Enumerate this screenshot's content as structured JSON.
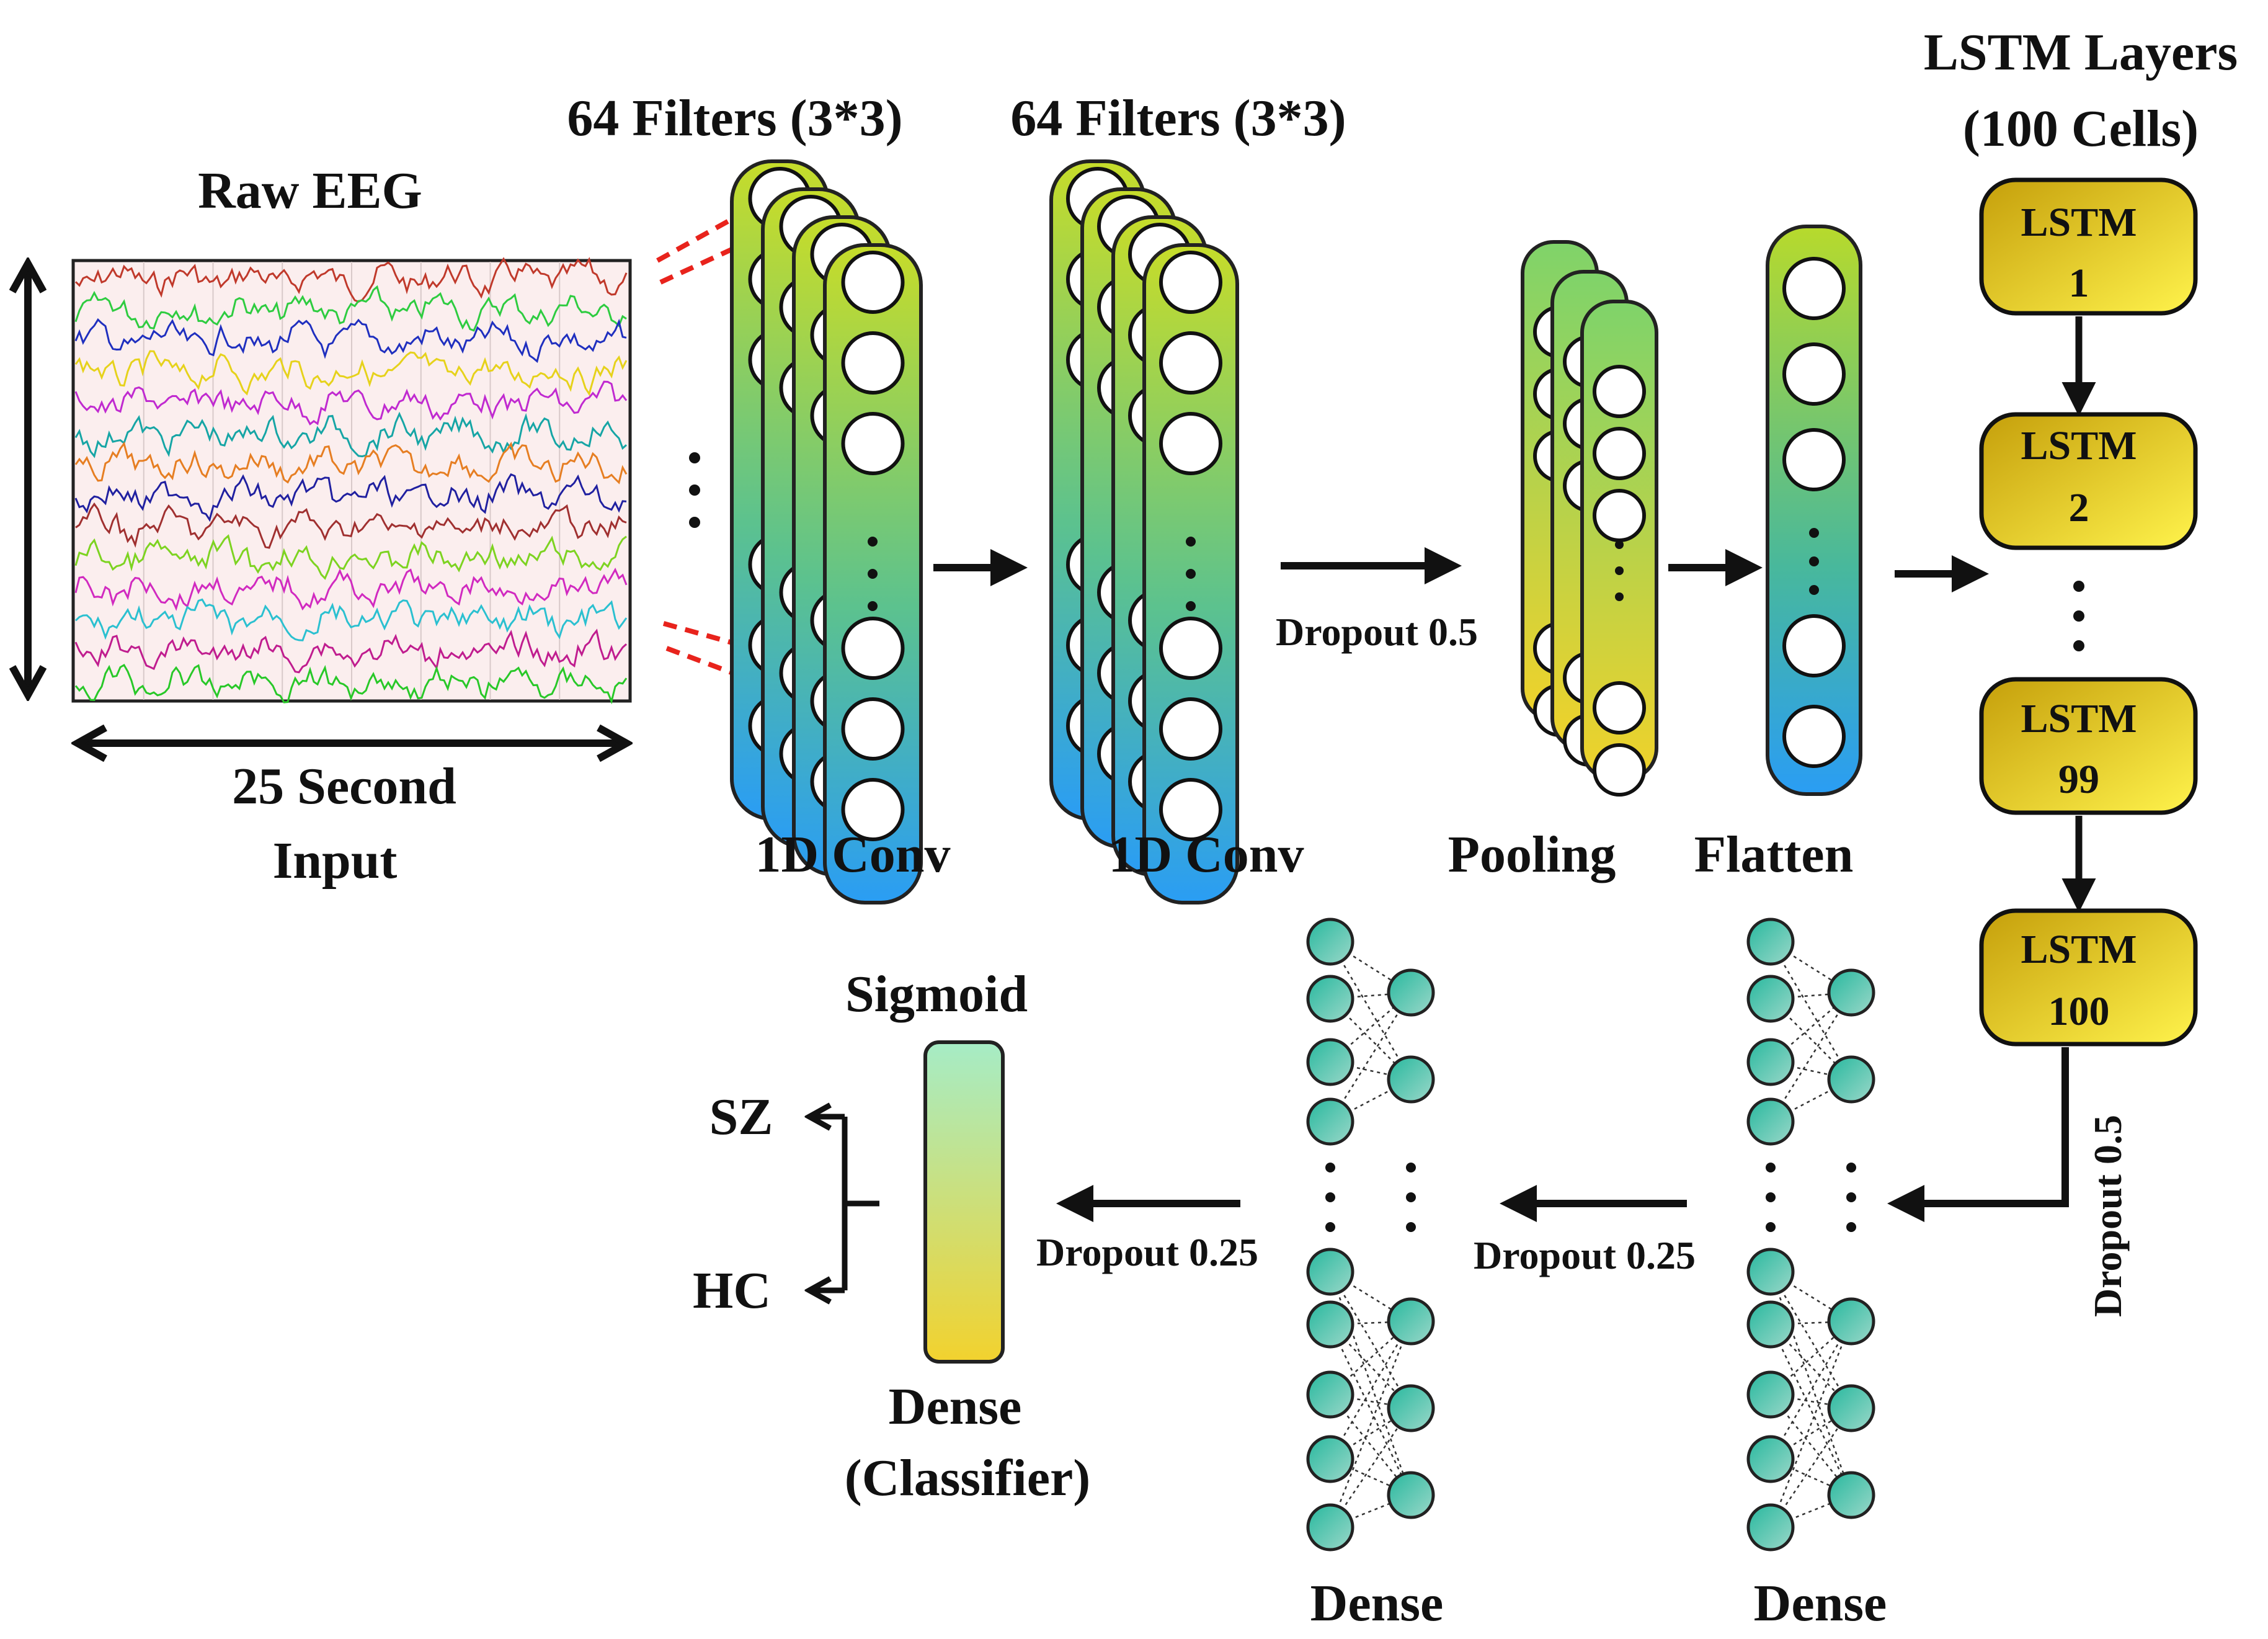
{
  "input": {
    "title": "Raw EEG",
    "time_label_1": "25 Second",
    "time_label_2": "Input",
    "trace_colors": [
      "#c0392b",
      "#2ecc40",
      "#1f2fbf",
      "#e6d21b",
      "#c02ad0",
      "#16a5a5",
      "#e67e22",
      "#2020a0",
      "#a03030",
      "#7dd321",
      "#d12ac0",
      "#2bc0d0",
      "#c01d8f",
      "#28c828"
    ]
  },
  "conv1": {
    "filters_label": "64 Filters (3*3)",
    "name": "1D Conv"
  },
  "conv2": {
    "filters_label": "64 Filters (3*3)",
    "name": "1D Conv"
  },
  "dropout_1": "Dropout 0.5",
  "pooling": {
    "name": "Pooling"
  },
  "flatten": {
    "name": "Flatten"
  },
  "lstm": {
    "title_1": "LSTM Layers",
    "title_2": "(100 Cells)",
    "cells": [
      {
        "label": "LSTM",
        "index": "1"
      },
      {
        "label": "LSTM",
        "index": "2"
      },
      {
        "label": "LSTM",
        "index": "99"
      },
      {
        "label": "LSTM",
        "index": "100"
      }
    ],
    "dropout": "Dropout 0.5"
  },
  "dense_1": {
    "name": "Dense"
  },
  "dropout_2": "Dropout 0.25",
  "dense_2": {
    "name": "Dense"
  },
  "dropout_3": "Dropout 0.25",
  "classifier": {
    "activation": "Sigmoid",
    "name_1": "Dense",
    "name_2": "(Classifier)"
  },
  "outputs": {
    "class_1": "SZ",
    "class_2": "HC"
  },
  "colors": {
    "conv_top": "#c6dc2a",
    "conv_mid": "#5cc28e",
    "conv_bottom": "#2a9df4",
    "lstm_top": "#c9a50f",
    "lstm_bottom": "#fff14a",
    "neuron_top": "#2fc0a6",
    "neuron_bottom": "#8fd3c4",
    "classifier_top": "#a6ecc6",
    "classifier_bottom": "#f2d22e",
    "skip_line": "#e8231c"
  }
}
